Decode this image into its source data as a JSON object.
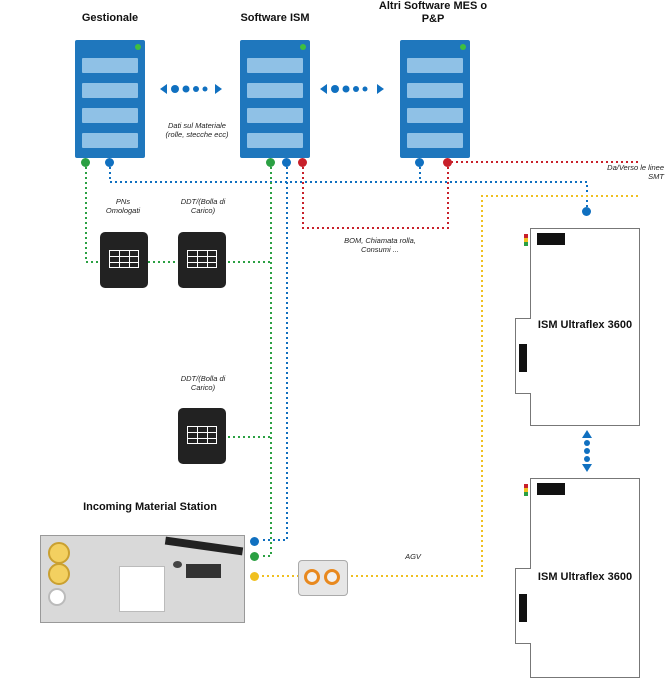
{
  "labels": {
    "gestionale": "Gestionale",
    "software_ism": "Software ISM",
    "altri_software": "Altri Software MES o P&P",
    "dati_sul_materiale": "Dati sul Materiale (rolle, stecche ecc)",
    "pns_omologati": "PNs Omologati",
    "ddt_1": "DDT/(Bolla di Carico)",
    "ddt_2": "DDT/(Bolla di Carico)",
    "bom": "BOM, Chiamata rolla, Consumi ...",
    "da_verso": "Da/Verso le linee SMT",
    "machine_1": "ISM Ultraflex 3600",
    "machine_2": "ISM Ultraflex 3600",
    "incoming": "Incoming Material Station",
    "agv": "AGV"
  },
  "colors": {
    "server_blue": "#1f77bd",
    "link_blue": "#1070c0",
    "link_green": "#2ba043",
    "link_red": "#c8202a",
    "link_yellow": "#f0c020"
  }
}
